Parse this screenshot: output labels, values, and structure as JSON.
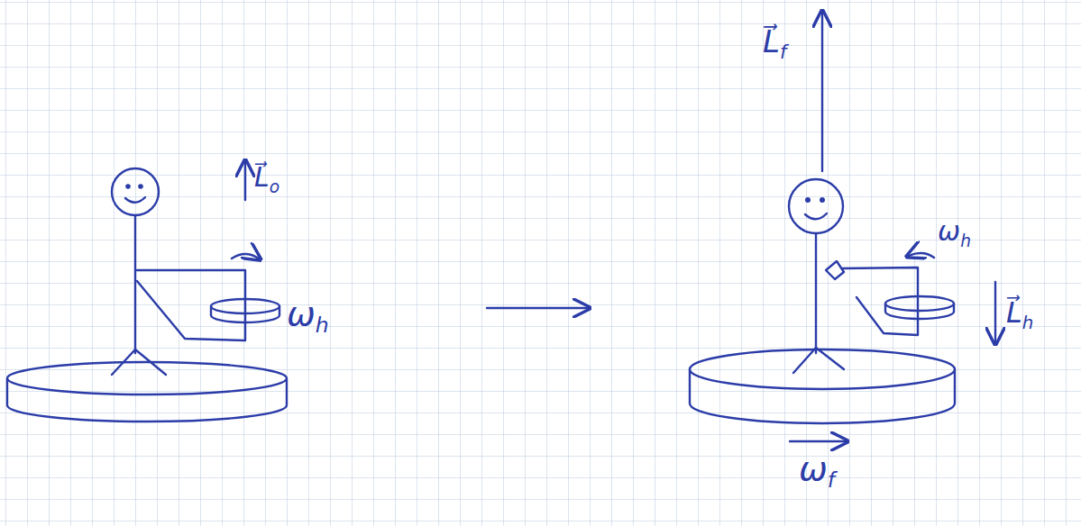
{
  "diagram": {
    "labels": [
      "L⃗o",
      "ωh",
      "L⃗f",
      "ωh",
      "L⃗h",
      "ωf"
    ]
  }
}
